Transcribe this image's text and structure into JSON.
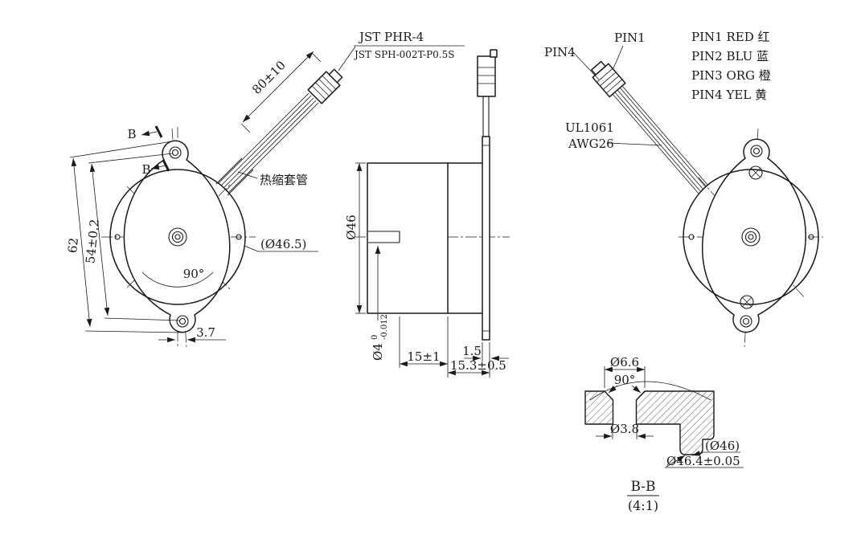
{
  "front_view": {
    "section_marker_top": "B",
    "section_marker_bottom": "B",
    "dim_overall": "62",
    "dim_holes": "54±0.2",
    "dim_angle": "90°",
    "dim_offset": "3.7",
    "dim_body": "(Ø46.5)",
    "cable_length": "80±10",
    "connector_name": "JST PHR-4",
    "terminal_name": "JST SPH-002T-P0.5S",
    "heat_shrink": "热缩套管"
  },
  "side_view": {
    "dim_diameter": "Ø46",
    "shaft_dia": "Ø4",
    "shaft_tol_upper": "0",
    "shaft_tol_lower": "-0.012",
    "dim_shaft_len": "15±1",
    "dim_plate": "1.5",
    "dim_depth": "15.3±0.5"
  },
  "rear_view": {
    "pin4": "PIN4",
    "pin1": "PIN1",
    "wire_type": "UL1061",
    "wire_gauge": "AWG26",
    "pin_colors": [
      "PIN1 RED 红",
      "PIN2 BLU 蓝",
      "PIN3 ORG 橙",
      "PIN4 YEL 黄"
    ]
  },
  "section_view": {
    "dim_csink": "Ø6.6",
    "dim_csink_angle": "90°",
    "dim_hole": "Ø3.8",
    "dim_ref": "(Ø46)",
    "dim_boss": "Ø46.4±0.05",
    "title": "B-B",
    "scale": "(4:1)"
  }
}
